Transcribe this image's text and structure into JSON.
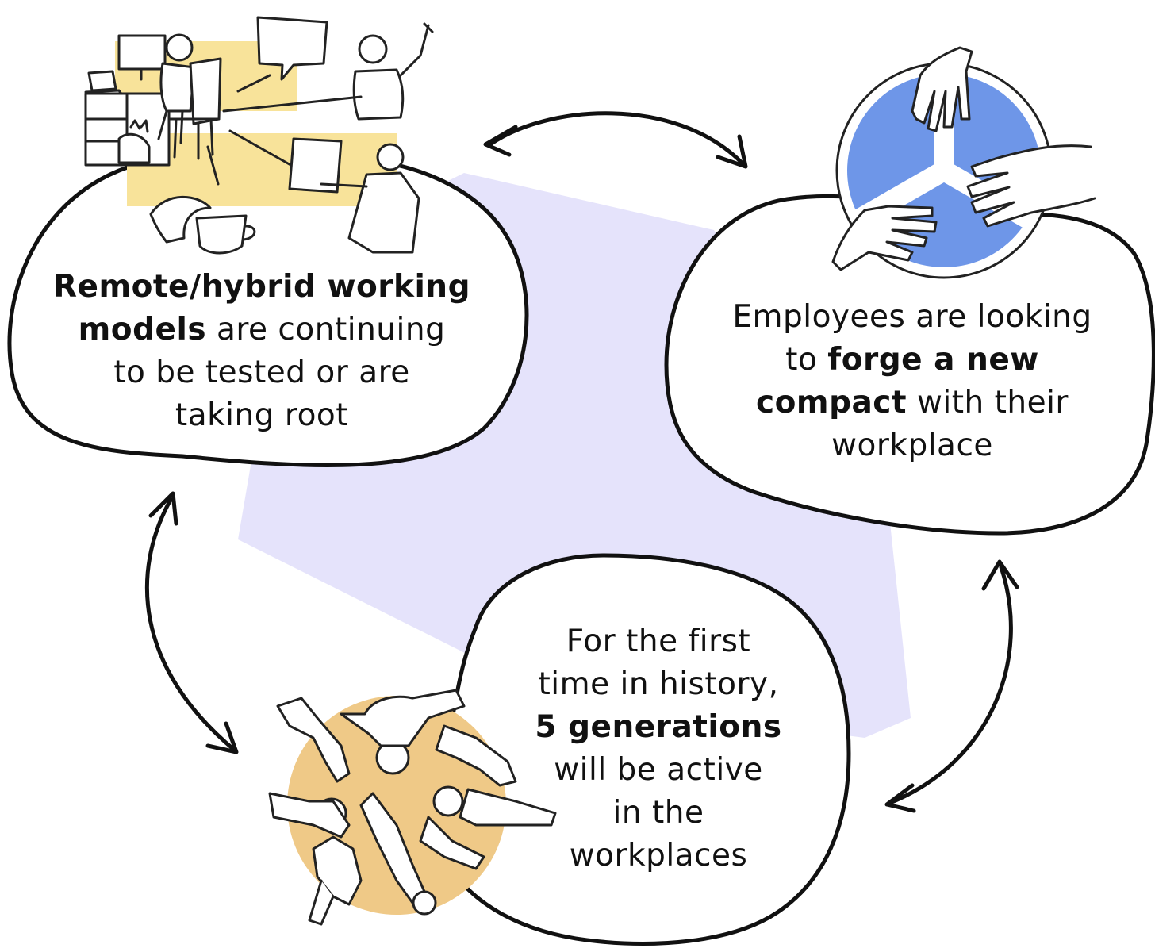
{
  "nodes": {
    "remote": {
      "bold": "Remote/hybrid working",
      "bold2": "models",
      "rest1": " are continuing",
      "line3": "to be tested or are",
      "line4": "taking root"
    },
    "compact": {
      "line1": "Employees are looking",
      "pre2": "to ",
      "bold2": "forge a new",
      "bold3": "compact",
      "rest3": " with their",
      "line4": "workplace"
    },
    "generations": {
      "line1": "For the first",
      "line2": "time in history,",
      "bold3": "5 generations",
      "line4": "will be active",
      "line5": "in the",
      "line6": "workplaces"
    }
  },
  "colors": {
    "background_shape": "#e5e3fb",
    "accent_yellow": "#f8e39a",
    "accent_orange": "#efc987",
    "accent_blue": "#6e96e8",
    "outline": "#111111"
  },
  "icons": {
    "remote": "remote-work-desk-illustration-icon",
    "compact": "hands-on-wheel-illustration-icon",
    "generations": "people-circle-illustration-icon",
    "arrows": "double-headed-curved-arrow-icon"
  }
}
